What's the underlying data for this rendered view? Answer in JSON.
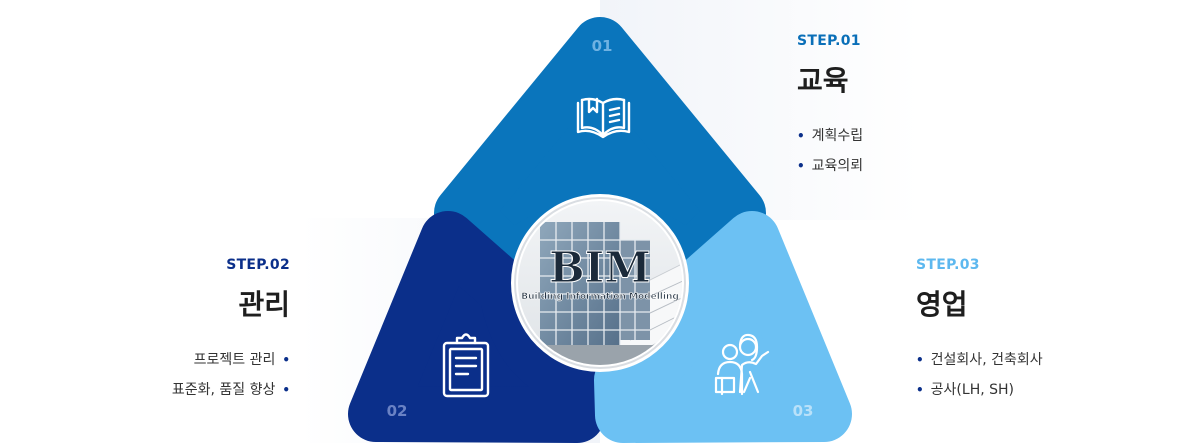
{
  "center": {
    "title": "BIM",
    "subtitle": "Building Information Modelling"
  },
  "steps": [
    {
      "number": "01",
      "label": "STEP.01",
      "title": "교육",
      "icon": "open-book-icon",
      "color": "#0a75bc",
      "items": [
        "계획수립",
        "교육의뢰"
      ]
    },
    {
      "number": "02",
      "label": "STEP.02",
      "title": "관리",
      "icon": "clipboard-icon",
      "color": "#0b2f8a",
      "items": [
        "프로젝트 관리",
        "표준화, 품질 향상"
      ]
    },
    {
      "number": "03",
      "label": "STEP.03",
      "title": "영업",
      "icon": "people-presentation-icon",
      "color": "#6cc1f3",
      "items": [
        "건설회사, 건축회사",
        "공사(LH, SH)"
      ]
    }
  ]
}
